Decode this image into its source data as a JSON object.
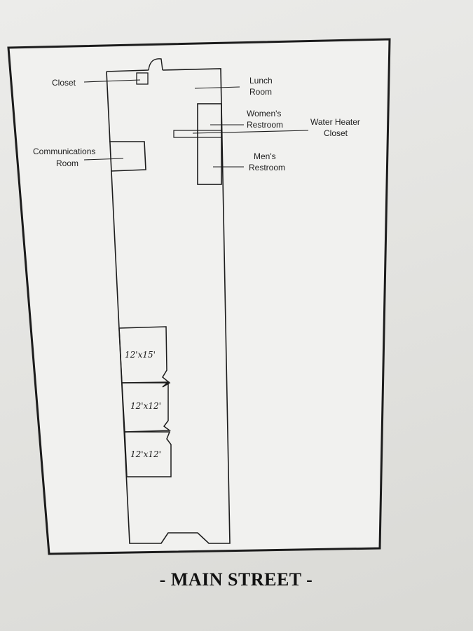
{
  "labels": {
    "closet": "Closet",
    "lunch_room": [
      "Lunch",
      "Room"
    ],
    "womens_restroom": [
      "Women's",
      "Restroom"
    ],
    "water_heater_closet": [
      "Water Heater",
      "Closet"
    ],
    "communications_room": [
      "Communications",
      "Room"
    ],
    "mens_restroom": [
      "Men's",
      "Restroom"
    ]
  },
  "rooms": [
    "12'x15'",
    "12'x12'",
    "12'x12'"
  ],
  "street": "-  MAIN STREET -"
}
